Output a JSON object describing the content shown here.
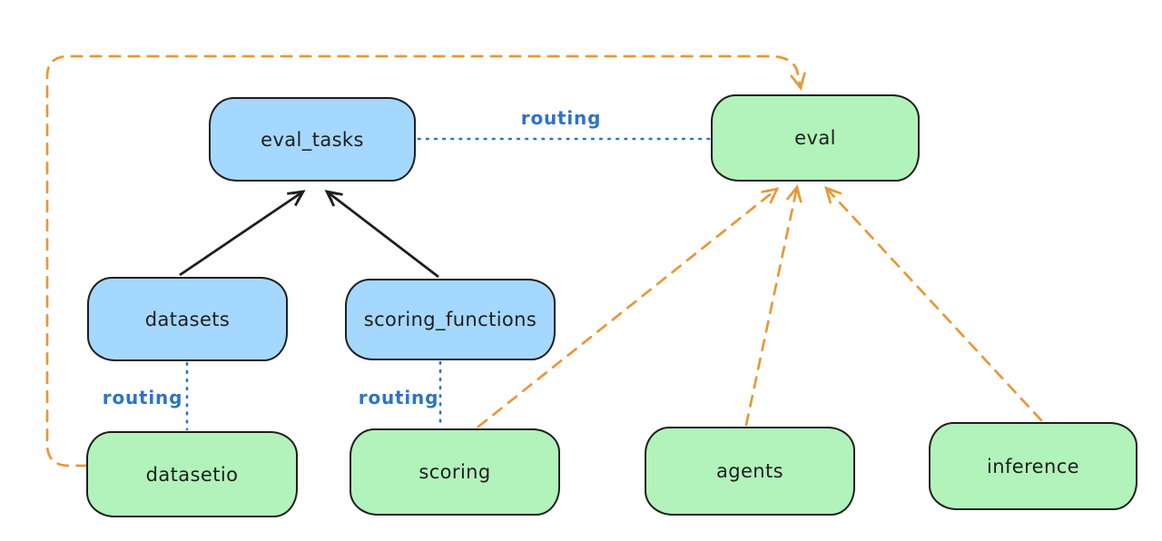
{
  "palette": {
    "background": "#ffffff",
    "node_stroke": "#1e1e1e",
    "blue_node_fill": "#a5d8ff",
    "green_node_fill": "#b2f2bb",
    "blue_line": "#2e73c5",
    "orange_line": "#e99739"
  },
  "nodes": {
    "eval_tasks": {
      "label": "eval_tasks",
      "fill": "blue"
    },
    "eval": {
      "label": "eval",
      "fill": "green"
    },
    "datasets": {
      "label": "datasets",
      "fill": "blue"
    },
    "scoring_functions": {
      "label": "scoring_functions",
      "fill": "blue"
    },
    "datasetio": {
      "label": "datasetio",
      "fill": "green"
    },
    "scoring": {
      "label": "scoring",
      "fill": "green"
    },
    "agents": {
      "label": "agents",
      "fill": "green"
    },
    "inference": {
      "label": "inference",
      "fill": "green"
    }
  },
  "edge_labels": {
    "eval_tasks_to_eval": "routing",
    "datasets_to_datasetio": "routing",
    "scoring_functions_to_scoring": "routing"
  },
  "edges": [
    {
      "from": "datasets",
      "to": "eval_tasks",
      "style": "solid-black-arrow",
      "label": ""
    },
    {
      "from": "scoring_functions",
      "to": "eval_tasks",
      "style": "solid-black-arrow",
      "label": ""
    },
    {
      "from": "eval_tasks",
      "to": "eval",
      "style": "dotted-blue",
      "label": "routing"
    },
    {
      "from": "datasets",
      "to": "datasetio",
      "style": "dotted-blue",
      "label": "routing"
    },
    {
      "from": "scoring_functions",
      "to": "scoring",
      "style": "dotted-blue",
      "label": "routing"
    },
    {
      "from": "datasetio",
      "to": "eval",
      "style": "dashed-orange-arrow",
      "label": ""
    },
    {
      "from": "scoring",
      "to": "eval",
      "style": "dashed-orange-arrow",
      "label": ""
    },
    {
      "from": "agents",
      "to": "eval",
      "style": "dashed-orange-arrow",
      "label": ""
    },
    {
      "from": "inference",
      "to": "eval",
      "style": "dashed-orange-arrow",
      "label": ""
    }
  ]
}
